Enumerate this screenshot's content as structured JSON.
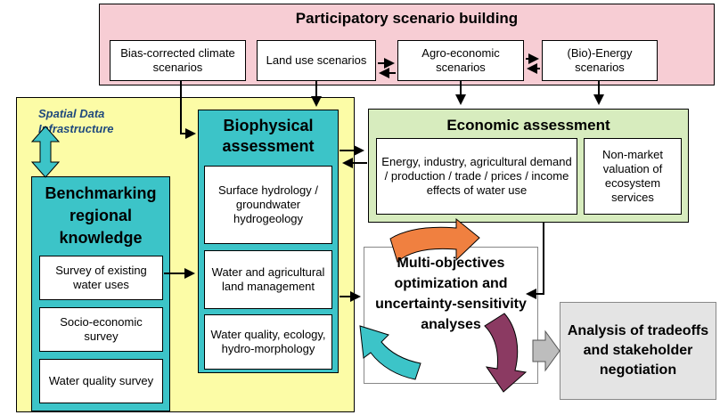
{
  "colors": {
    "participatory_bg": "#f7cdd4",
    "sdi_bg": "#fcfca6",
    "economic_bg": "#d7ecbe",
    "teal": "#3cc4c8",
    "grey_box": "#e4e4e4",
    "sdi_text": "#1f497d"
  },
  "participatory": {
    "title": "Participatory scenario building",
    "boxes": [
      "Bias-corrected climate scenarios",
      "Land use scenarios",
      "Agro-economic scenarios",
      "(Bio)-Energy scenarios"
    ]
  },
  "sdi": {
    "label": "Spatial Data Infrastructure"
  },
  "biophysical": {
    "title": "Biophysical assessment",
    "boxes": [
      "Surface hydrology / groundwater hydrogeology",
      "Water and agricultural land management",
      "Water quality, ecology, hydro-morphology"
    ]
  },
  "benchmarking": {
    "title": "Benchmarking regional knowledge",
    "boxes": [
      "Survey of existing water uses",
      "Socio-economic survey",
      "Water quality survey"
    ]
  },
  "economic": {
    "title": "Economic assessment",
    "boxes": [
      "Energy, industry, agricultural demand / production / trade / prices / income effects of water use",
      "Non-market valuation of ecosystem services"
    ]
  },
  "optimization": {
    "label": "Multi-objectives optimization and uncertainty-sensitivity analyses"
  },
  "tradeoffs": {
    "label": "Analysis of tradeoffs and stakeholder negotiation"
  },
  "icons": [
    "refresh-cycle-icon",
    "double-arrow-icon",
    "right-arrow-icon"
  ]
}
